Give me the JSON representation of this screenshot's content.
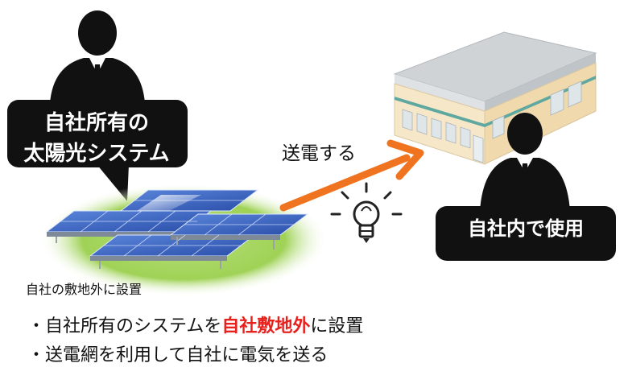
{
  "owner_callout": {
    "line1": "自社所有の",
    "line2": "太陽光システム"
  },
  "usage_callout": {
    "text": "自社内で使用"
  },
  "arrow_label": "送電する",
  "site_caption": "自社の敷地外に設置",
  "bullets": [
    {
      "before": "・自社所有のシステムを",
      "highlight": "自社敷地外",
      "after": "に設置"
    },
    {
      "before": "・送電網を利用して自社に電気を送る"
    }
  ],
  "colors": {
    "arrow": "#f0741f",
    "highlight": "#e8211d",
    "callout_bg": "#111111",
    "grass": "#9fd256",
    "panel": "#2f57b8",
    "building_wall": "#f6e7c8",
    "building_roof": "#cfd3d6",
    "building_band": "#5fa8a0"
  },
  "icons": [
    "person-silhouette-icon",
    "light-bulb-icon",
    "solar-panel-icon",
    "factory-building-icon"
  ]
}
